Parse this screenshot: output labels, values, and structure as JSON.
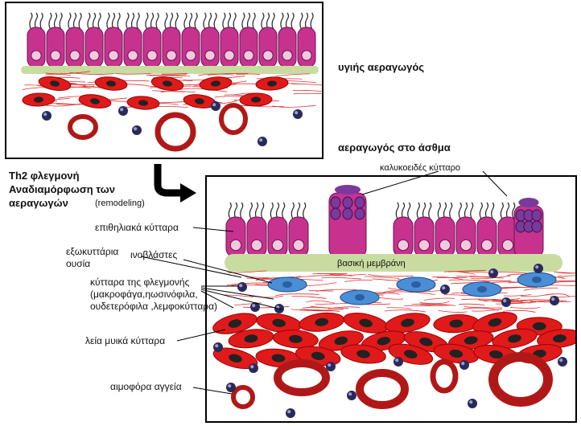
{
  "labels": {
    "healthy_airway": "υγιής αεραγωγός",
    "asthma_airway": "αεραγωγός στο άσθμα",
    "th2_line1": "Th2 φλεγμονή",
    "th2_line2": "Αναδιαμόρφωση των",
    "th2_line3": "αεραγωγών",
    "remodeling": "(remodeling)",
    "goblet_cell": "καλυκοειδές κύτταρο",
    "epithelial_cells": "επιθηλιακά κύτταρα",
    "extracellular_line1": "εξωκυττάρια",
    "extracellular_line2": "ουσία",
    "fibroblasts": "ινοβλάστες",
    "basement_membrane": "βασική μεμβράνη",
    "inflam_line1": "κύτταρα  της φλεγμονής",
    "inflam_line2": "(μακροφάγα,ηωσινόφιλα,",
    "inflam_line3": "ουδετερόφιλα ,λεμφοκύτταρα)",
    "smooth_muscle": "λεία μυικά κύτταρα",
    "blood_vessels": "αιμοφόρα αγγεία"
  },
  "colors": {
    "epithelium": "#c8328f",
    "nucleus": "#f2c9dd",
    "basement": "#c8dca0",
    "muscle": "#e01a1a",
    "fibroblast": "#4a8fd6",
    "vessel": "#b01818",
    "goblet": "#7a3a9a"
  }
}
